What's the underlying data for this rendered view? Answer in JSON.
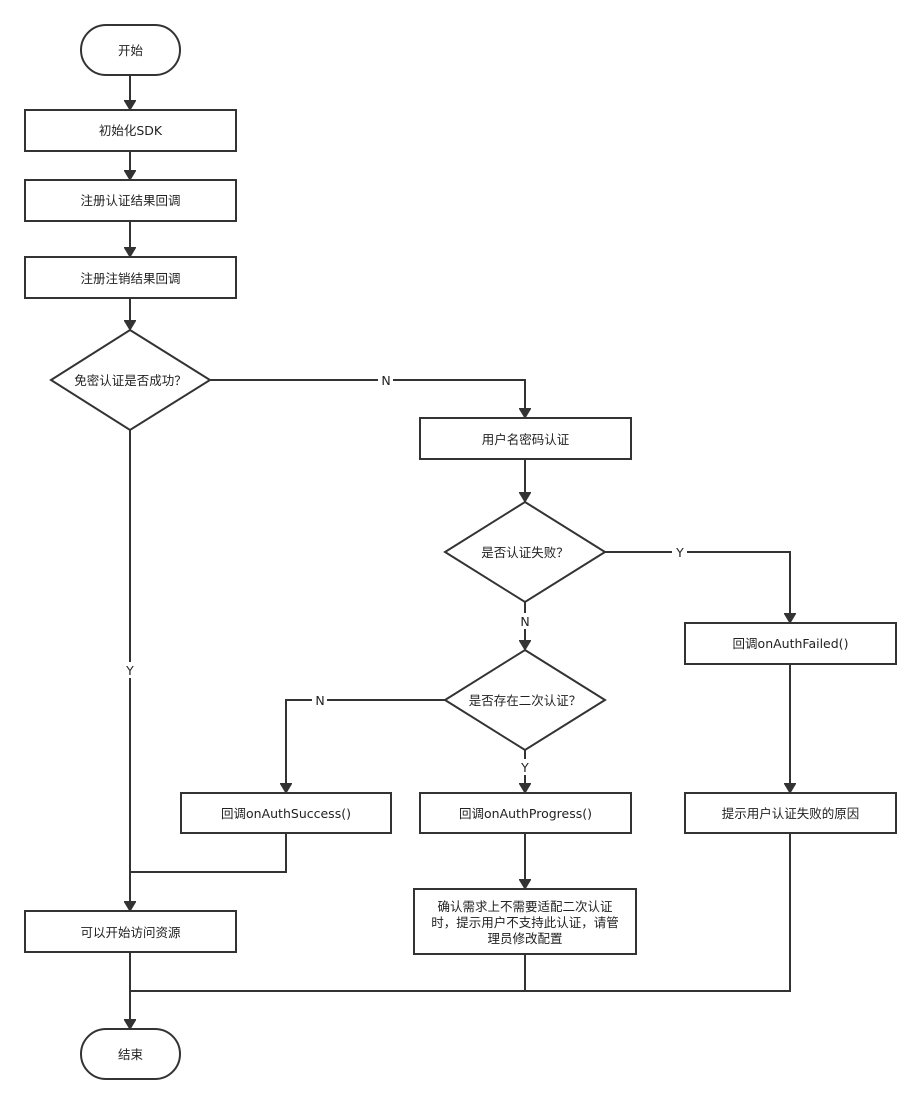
{
  "nodes": {
    "start": "开始",
    "init_sdk": "初始化SDK",
    "reg_auth_cb": "注册认证结果回调",
    "reg_logout_cb": "注册注销结果回调",
    "q_sso": "免密认证是否成功？",
    "pwd_auth": "用户名密码认证",
    "q_fail": "是否认证失败？",
    "cb_failed": "回调onAuthFailed()",
    "q_second": "是否存在二次认证？",
    "cb_success": "回调onAuthSuccess()",
    "cb_progress": "回调onAuthProgress()",
    "hint_reason": "提示用户认证失败的原因",
    "access": "可以开始访问资源",
    "note_lines": [
      "确认需求上不需要适配二次认证",
      "时，提示用户不支持此认证，请管",
      "理员修改配置"
    ],
    "end": "结束"
  },
  "edge_labels": {
    "sso_no": "N",
    "sso_yes": "Y",
    "fail_yes": "Y",
    "fail_no": "N",
    "second_no": "N",
    "second_yes": "Y"
  }
}
